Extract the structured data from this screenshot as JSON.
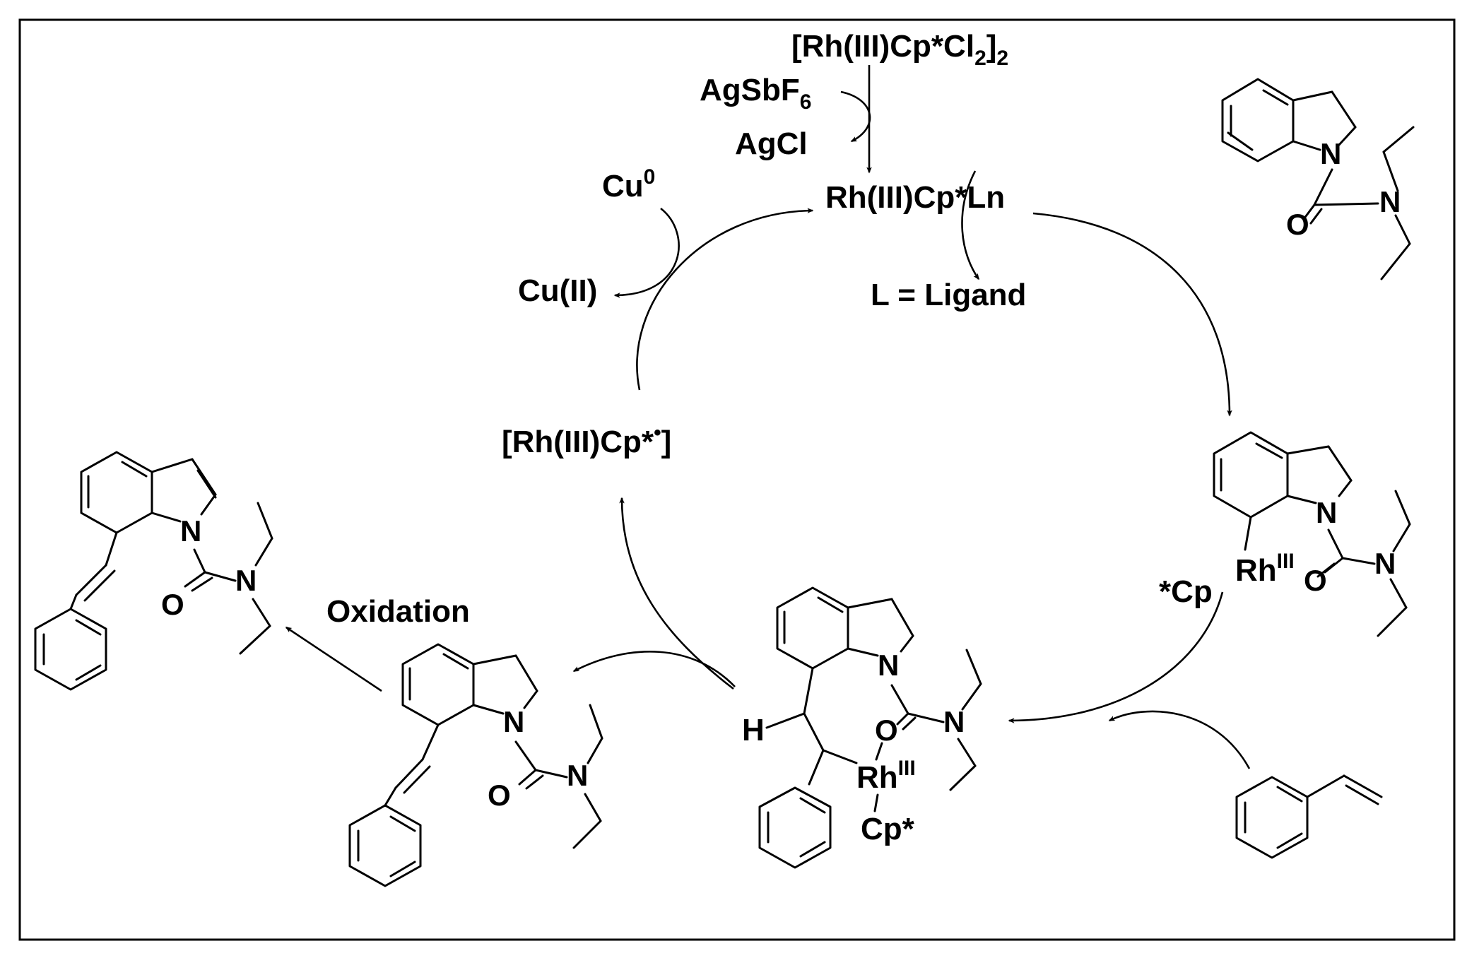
{
  "labels": {
    "precatalyst": "[Rh(III)Cp*Cl",
    "precatalyst_sub": "2",
    "precatalyst_close": "]",
    "precatalyst_sub2": "2",
    "agsbf": "AgSbF",
    "agsbf_sub": "6",
    "agcl": "AgCl",
    "active_catalyst": "Rh(III)Cp*Ln",
    "ligand_note": "L = Ligand",
    "cu0": "Cu",
    "cu0_sup": "0",
    "cuii": "Cu(II)",
    "reduced_rh": "[Rh(III)Cp*",
    "reduced_rh_sup": "•",
    "reduced_rh_close": "]",
    "oxidation": "Oxidation",
    "rh_metalacycle": "Rh",
    "rh_metalacycle_sup": "III",
    "cp_metalacycle": "*Cp",
    "rh_insertion": "Rh",
    "rh_insertion_sup": "III",
    "cp_insertion": "Cp*",
    "h_atom": "H"
  },
  "atoms": {
    "N": "N",
    "O": "O"
  },
  "colors": {
    "ink": "#000000",
    "background": "#ffffff",
    "frame": "#000000"
  }
}
